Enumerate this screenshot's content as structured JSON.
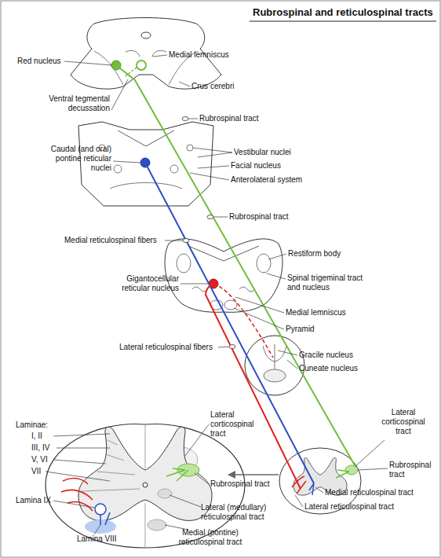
{
  "diagram": {
    "title": "Rubrospinal and reticulospinal tracts",
    "labels": [
      "Red nucleus",
      "Medial lemniscus",
      "Crus cerebri",
      "Ventral tegmental decussation",
      "Rubrospinal tract",
      "Vestibular nuclei",
      "Caudal (and oral) pontine reticular nuclei",
      "Facial nucleus",
      "Anterolateral system",
      "Rubrospinal tract",
      "Medial reticulospinal fibers",
      "Restiform body",
      "Gigantocellular reticular nucleus",
      "Spinal trigeminal tract and nucleus",
      "Medial lemniscus",
      "Pyramid",
      "Lateral reticulospinal fibers",
      "Gracile nucleus",
      "Cuneate nucleus",
      "Lateral corticospinal tract",
      "Rubrospinal tract",
      "Medial reticulospinal tract",
      "Lateral reticulospinal tract",
      "Laminae:",
      "I, II",
      "III, IV",
      "V, VI",
      "VII",
      "Lamina IX",
      "Lamina VIII",
      "Lateral corticospinal tract",
      "Rubrospinal tract",
      "Lateral (medullary) reticulospinal tract",
      "Medial (pontine) reticulospinal tract"
    ]
  }
}
